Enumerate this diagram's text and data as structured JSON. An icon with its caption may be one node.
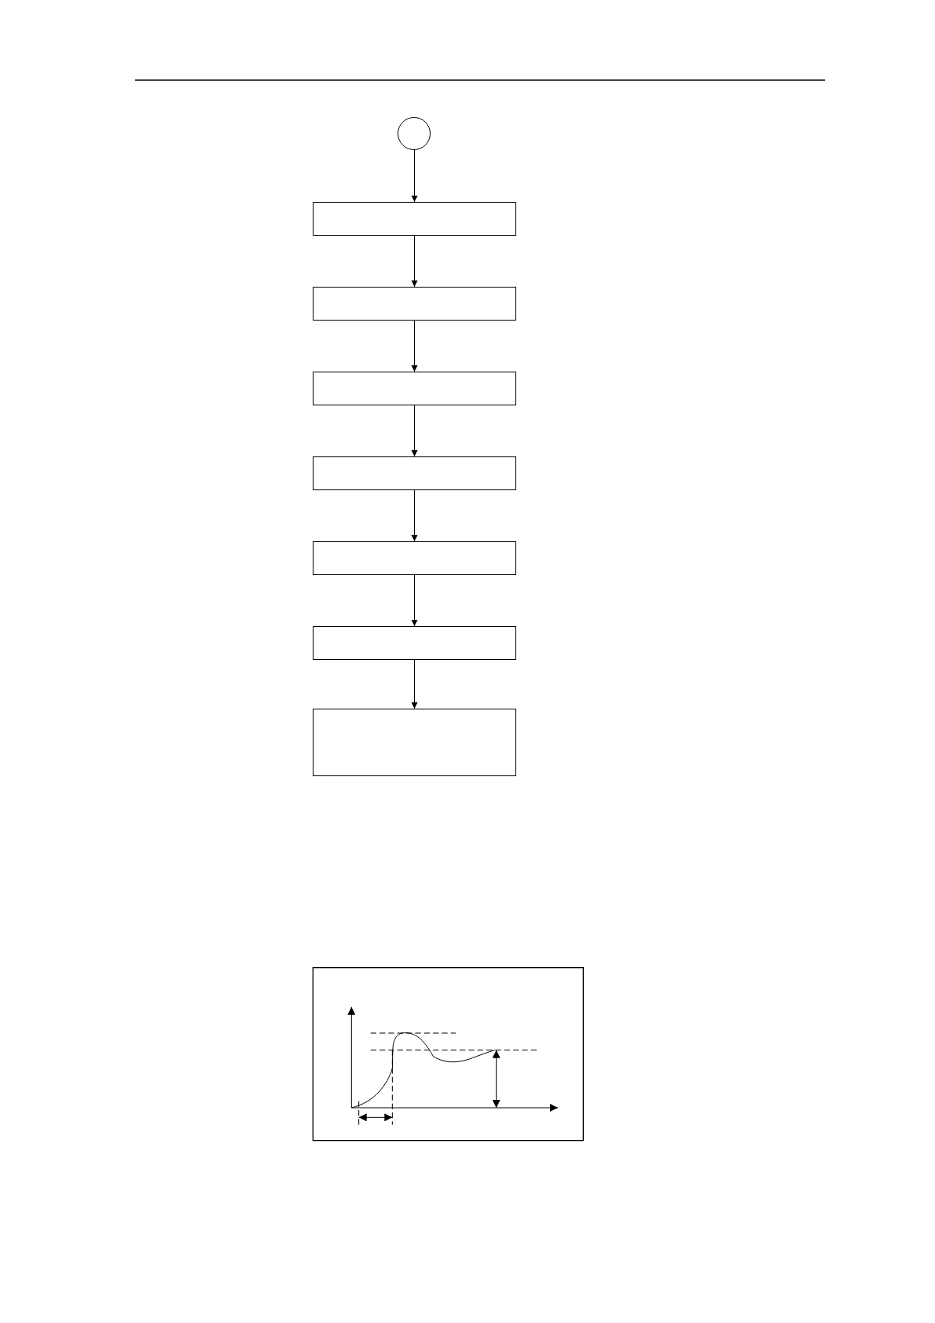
{
  "diagram": {
    "nodes": [
      {
        "text": [],
        "shape": "circle"
      },
      {
        "text": [],
        "shape": "box"
      },
      {
        "text": [],
        "shape": "box"
      },
      {
        "text": [],
        "shape": "box"
      },
      {
        "text": [],
        "shape": "box"
      },
      {
        "text": [],
        "shape": "box"
      },
      {
        "text": [],
        "shape": "box"
      },
      {
        "text": [],
        "shape": "box"
      }
    ],
    "edges": [
      {
        "from": 0,
        "to": 1,
        "arrow": "to"
      },
      {
        "from": 1,
        "to": 2,
        "arrow": "to"
      },
      {
        "from": 2,
        "to": 3,
        "arrow": "to"
      },
      {
        "from": 3,
        "to": 4,
        "arrow": "to"
      },
      {
        "from": 4,
        "to": 5,
        "arrow": "to"
      },
      {
        "from": 5,
        "to": 6,
        "arrow": "to"
      },
      {
        "from": 6,
        "to": 7,
        "arrow": "to"
      }
    ]
  }
}
